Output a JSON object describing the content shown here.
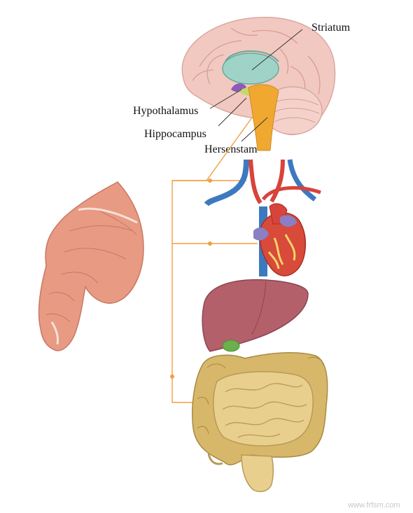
{
  "labels": {
    "striatum": "Striatum",
    "hypothalamus": "Hypothalamus",
    "hippocampus": "Hippocampus",
    "brainstem": "Hersenstam"
  },
  "watermark": "www.frfsm.com",
  "colors": {
    "connector": "#f0a040",
    "brain": "#f2c9c0",
    "striatum": "#9fd3c7",
    "brainstem": "#f0a830",
    "artery": "#d8433c",
    "vein": "#3d79c0",
    "heart": "#d84a3a",
    "liver": "#b4606a",
    "gallbladder": "#6ab04c",
    "intestine": "#e8cf8e",
    "muscle": "#e89a82"
  },
  "icons": [
    "brain-icon",
    "heart-icon",
    "liver-icon",
    "intestine-icon",
    "muscle-icon",
    "blood-vessel-icon"
  ]
}
